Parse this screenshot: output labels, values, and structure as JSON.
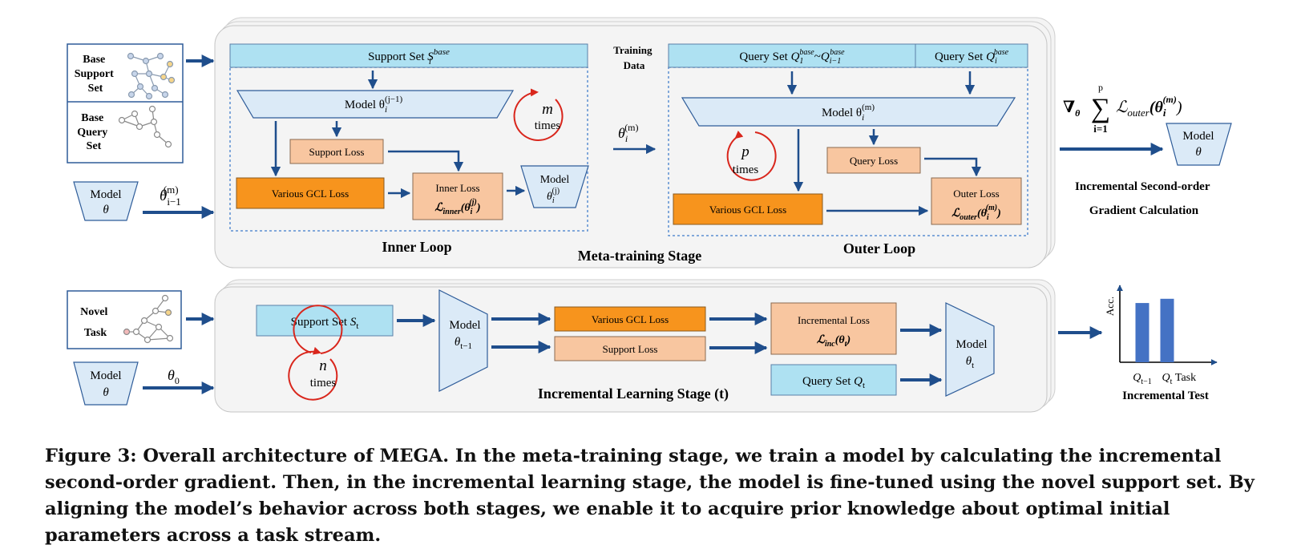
{
  "colors": {
    "light_blue": "#aee1f2",
    "pale_blue": "#dbeaf7",
    "orange": "#f7941d",
    "peach": "#f8c6a0",
    "arrow": "#1f4e8c",
    "red": "#d9261c",
    "panel": "#f4f4f4",
    "bar": "#4472c4"
  },
  "left_inputs": {
    "base_support_label": [
      "Base",
      "Support",
      "Set"
    ],
    "base_query_label": [
      "Base",
      "Query",
      "Set"
    ],
    "model_label": "Model",
    "model_symbol": "θ",
    "theta_prev_base": "θ",
    "theta_prev_sub": "i−1",
    "theta_prev_sup": "(m)",
    "novel_task_label": [
      "Novel",
      "Task"
    ],
    "model2_label": "Model",
    "model2_symbol": "θ",
    "theta0_base": "θ",
    "theta0_sub": "0"
  },
  "meta_stage": {
    "title": "Meta-training Stage",
    "training_data_label": [
      "Training",
      "Data"
    ],
    "inner_loop": {
      "title": "Inner Loop",
      "support_set": {
        "text": "Support Set ",
        "sym": "S",
        "sup": "base",
        "sub": "i"
      },
      "model": {
        "text": "Model θ",
        "sub": "i",
        "sup": "(j−1)"
      },
      "support_loss": "Support Loss",
      "gcl_loss": "Various GCL Loss",
      "inner_loss_label": "Inner Loss",
      "inner_loss_formula": {
        "L": "ℒ",
        "sub": "inner",
        "arg": "(θ",
        "arg_sub": "i",
        "arg_sup": "(j)",
        "close": ")"
      },
      "model_out": {
        "text": "Model",
        "sym": "θ",
        "sub": "i",
        "sup": "(j)"
      },
      "repeat": {
        "var": "m",
        "times": "times"
      }
    },
    "transfer": {
      "base": "θ",
      "sub": "i",
      "sup": "(m)"
    },
    "outer_loop": {
      "title": "Outer Loop",
      "query_range": {
        "text": "Query Set ",
        "q1": "Q",
        "q1_sub": "1",
        "q1_sup": "base",
        "tilde": "~",
        "q2": "Q",
        "q2_sub": "i−1",
        "q2_sup": "base"
      },
      "query_current": {
        "text": "Query Set ",
        "q": "Q",
        "sub": "i",
        "sup": "base"
      },
      "model": {
        "text": "Model θ",
        "sub": "i",
        "sup": "(m)"
      },
      "query_loss": "Query Loss",
      "gcl_loss": "Various GCL Loss",
      "outer_loss_label": "Outer Loss",
      "outer_loss_formula": {
        "L": "ℒ",
        "sub": "outer",
        "arg": "(θ",
        "arg_sub": "i",
        "arg_sup": "(m)",
        "close": ")"
      },
      "repeat": {
        "var": "p",
        "times": "times"
      }
    }
  },
  "gradient": {
    "nabla": "∇",
    "nabla_sub": "θ",
    "sum_top": "p",
    "sum_bottom": "i=1",
    "L": "ℒ",
    "L_sub": "outer",
    "arg": "(θ",
    "arg_sub": "i",
    "arg_sup": "(m)",
    "close": ")",
    "model_label": "Model",
    "model_symbol": "θ",
    "caption_lines": [
      "Incremental Second-order",
      "Gradient Calculation"
    ]
  },
  "incremental_stage": {
    "title": "Incremental Learning Stage (t)",
    "support_set": {
      "text": "Support Set ",
      "sym": "S",
      "sub": "t"
    },
    "model_prev": {
      "text": "Model",
      "sym": "θ",
      "sub": "t−1"
    },
    "gcl_loss": "Various GCL Loss",
    "support_loss": "Support Loss",
    "inc_loss_label": "Incremental Loss",
    "inc_loss_formula": {
      "L": "ℒ",
      "sub": "inc",
      "arg": "(θ",
      "arg_sub": "t",
      "close": ")"
    },
    "query_set": {
      "text": "Query Set ",
      "sym": "Q",
      "sub": "t"
    },
    "model_out": {
      "text": "Model",
      "sym": "θ",
      "sub": "t"
    },
    "repeat": {
      "var": "n",
      "times": "times"
    }
  },
  "chart_data": {
    "type": "bar",
    "categories": [
      "Q_t−1",
      "Q_t"
    ],
    "category_labels": [
      {
        "sym": "Q",
        "sub": "t−1"
      },
      {
        "sym": "Q",
        "sub": "t"
      }
    ],
    "values": [
      0.84,
      0.9
    ],
    "ylabel": "Acc.",
    "xlabel": "Task",
    "ylim": [
      0,
      1
    ],
    "title": "Incremental Test",
    "grid": false
  },
  "caption": "Figure 3: Overall architecture of MEGA. In the meta-training stage, we train a model by calculating the incremental second-order gradient. Then, in the incremental learning stage, the model is fine-tuned using the novel support set. By aligning the model’s behavior across both stages, we enable it to acquire prior knowledge about optimal initial parameters across a task stream."
}
